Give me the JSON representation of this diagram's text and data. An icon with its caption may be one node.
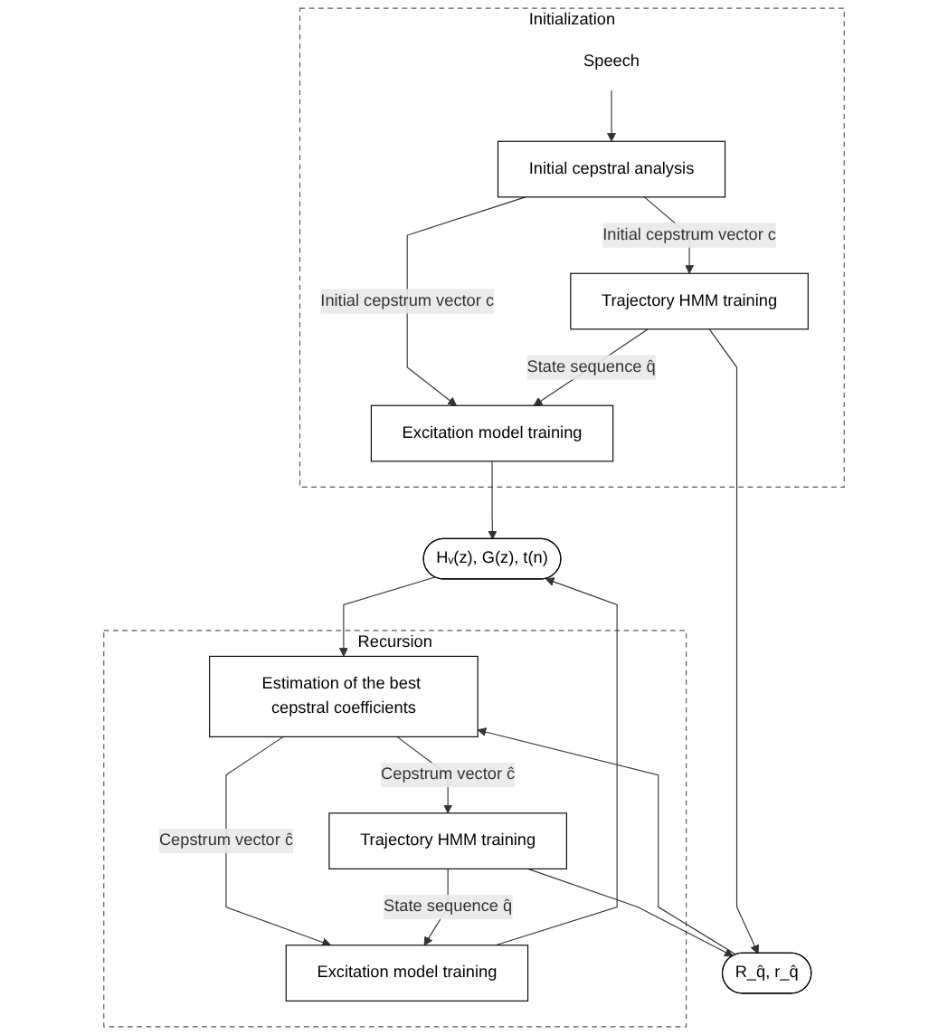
{
  "diagram": {
    "nodes": [
      {
        "text": [
          "Initialization"
        ]
      },
      {
        "text": [
          "Speech"
        ],
        "in": 0
      },
      {
        "text": [
          "Initial cepstral analysis"
        ],
        "in": 0
      },
      {
        "text": [
          "Trajectory HMM training"
        ],
        "in": 0
      },
      {
        "text": [
          "Excitation model training"
        ],
        "in": 0
      },
      {
        "text": [
          "R_q̂, r_q̂"
        ]
      },
      {
        "text": [
          "Hᵥ(z), G(z), t(n)"
        ]
      },
      {
        "text": [
          "Recursion"
        ]
      },
      {
        "text": [
          "Estimation of the best cepstral coefficients"
        ],
        "in": 7
      },
      {
        "text": [
          "Trajectory HMM training"
        ],
        "in": 7
      },
      {
        "text": [
          "Excitation model training"
        ],
        "in": 7
      }
    ],
    "edges": [
      {
        "from": 1,
        "to": 2,
        "arrow": "to"
      },
      {
        "from": 2,
        "to": 3,
        "arrow": "to",
        "label": "Initial cepstrum vector c"
      },
      {
        "from": 2,
        "to": 4,
        "arrow": "to",
        "label": "Initial cepstrum vector c"
      },
      {
        "from": 3,
        "to": 4,
        "arrow": "to",
        "label": "State sequence q̂"
      },
      {
        "from": 3,
        "to": 5,
        "arrow": "to"
      },
      {
        "from": 4,
        "to": 6,
        "arrow": "to"
      },
      {
        "from": 5,
        "to": 8,
        "arrow": "to"
      },
      {
        "from": 6,
        "to": 8,
        "arrow": "to"
      },
      {
        "from": 8,
        "to": 9,
        "arrow": "to",
        "label": "Cepstrum vector ĉ"
      },
      {
        "from": 8,
        "to": 10,
        "arrow": "to",
        "label": "Cepstrum vector ĉ"
      },
      {
        "from": 9,
        "to": 10,
        "arrow": "to",
        "label": "State sequence q̂"
      },
      {
        "from": 9,
        "to": 5,
        "arrow": "to"
      },
      {
        "from": 10,
        "to": 6,
        "arrow": "to"
      }
    ]
  }
}
